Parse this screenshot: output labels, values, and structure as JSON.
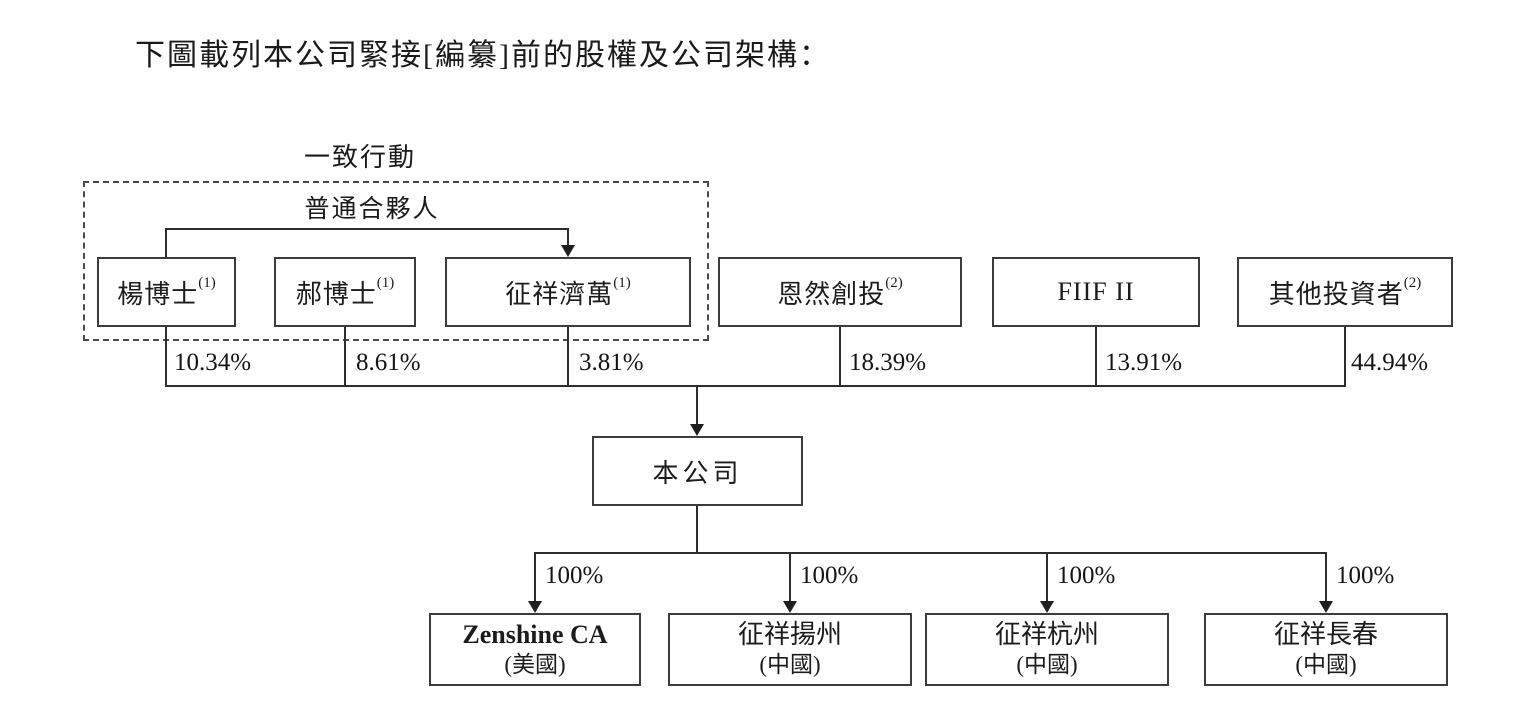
{
  "title": "下圖載列本公司緊接[編纂]前的股權及公司架構：",
  "concert_group": {
    "label": "一致行動",
    "gp_label": "普通合夥人"
  },
  "shareholders": [
    {
      "name": "楊博士",
      "note": "(1)",
      "pct": "10.34%"
    },
    {
      "name": "郝博士",
      "note": "(1)",
      "pct": "8.61%"
    },
    {
      "name": "征祥濟萬",
      "note": "(1)",
      "pct": "3.81%"
    },
    {
      "name": "恩然創投",
      "note": "(2)",
      "pct": "18.39%"
    },
    {
      "name": "FIIF II",
      "note": "",
      "pct": "13.91%"
    },
    {
      "name": "其他投資者",
      "note": "(2)",
      "pct": "44.94%"
    }
  ],
  "company": {
    "name": "本公司"
  },
  "subsidiaries": [
    {
      "name": "Zenshine CA",
      "region": "(美國)",
      "pct": "100%"
    },
    {
      "name": "征祥揚州",
      "region": "(中國)",
      "pct": "100%"
    },
    {
      "name": "征祥杭州",
      "region": "(中國)",
      "pct": "100%"
    },
    {
      "name": "征祥長春",
      "region": "(中國)",
      "pct": "100%"
    }
  ],
  "colors": {
    "line": "#2e2e2e",
    "border": "#3c3c3c",
    "text": "#1c1c1c",
    "background": "#ffffff"
  }
}
